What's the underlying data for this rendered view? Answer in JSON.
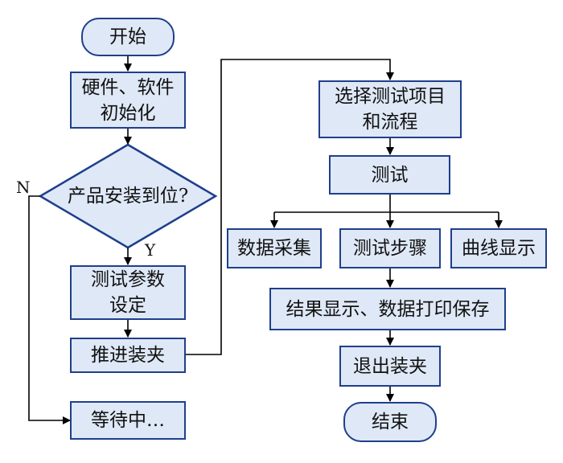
{
  "nodes": {
    "start": "开始",
    "init": "硬件、软件\n初始化",
    "decision": "产品安装到位?",
    "params": "测试参数\n设定",
    "push": "推进装夹",
    "wait": "等待中…",
    "select": "选择测试项目\n和流程",
    "test": "测试",
    "collect": "数据采集",
    "steps": "测试步骤",
    "curve": "曲线显示",
    "result": "结果显示、数据打印保存",
    "exit": "退出装夹",
    "end": "结束"
  },
  "labels": {
    "yes": "Y",
    "no": "N"
  },
  "colors": {
    "border": "#1f3f8c",
    "fill": "#dfe8f6",
    "line": "#000000",
    "text": "#111111"
  }
}
